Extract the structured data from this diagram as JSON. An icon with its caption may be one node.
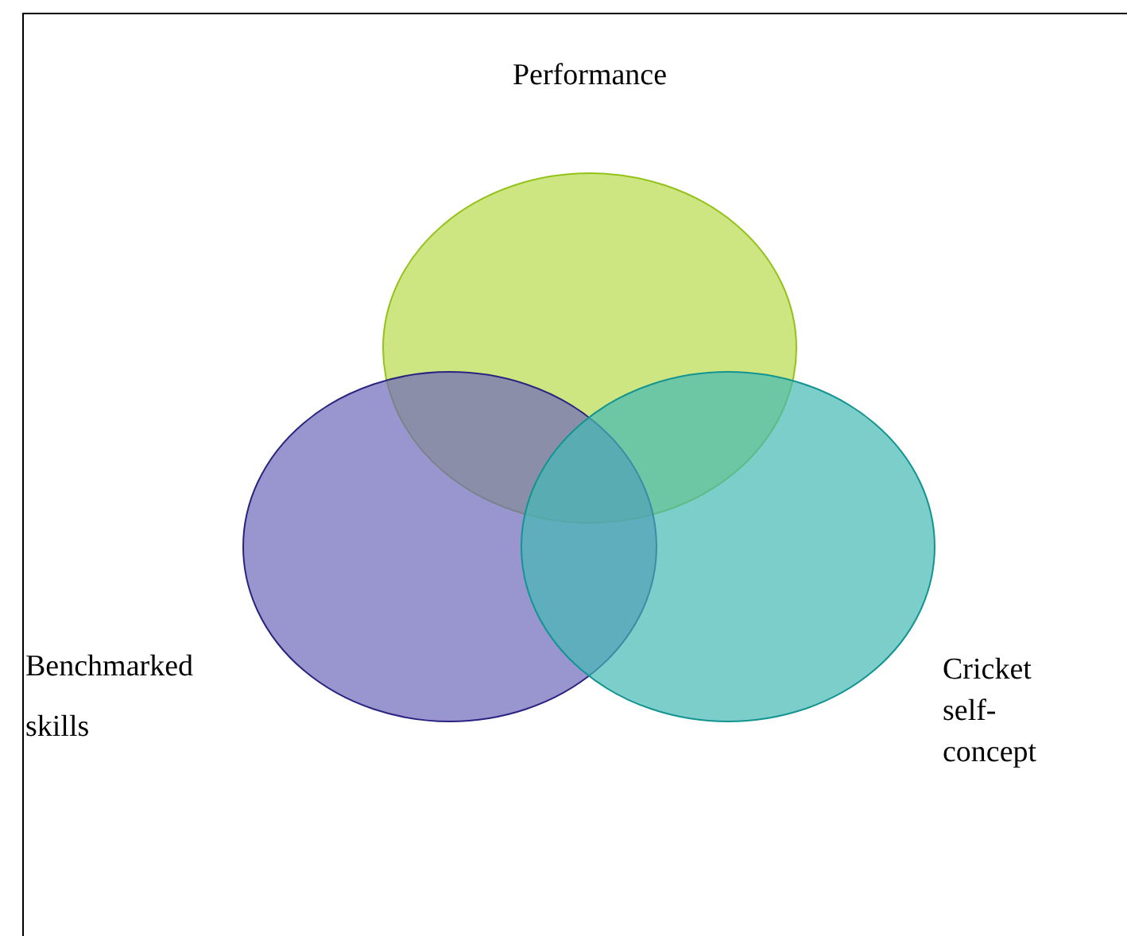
{
  "diagram": {
    "nodes": [
      {
        "text": [
          "Performance"
        ]
      },
      {
        "text": [
          "Benchmarked skills"
        ]
      },
      {
        "text": [
          "Cricket self-concept"
        ]
      }
    ]
  }
}
